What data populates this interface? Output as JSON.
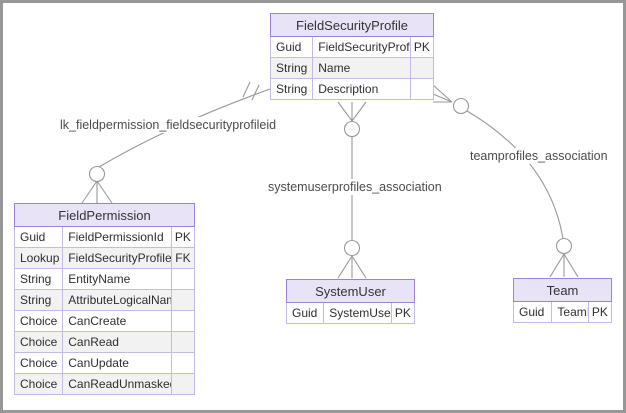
{
  "diagram": {
    "kind": "entity-relationship-diagram",
    "entities": [
      {
        "name": "FieldSecurityProfile",
        "rows": [
          {
            "type": "Guid",
            "attr": "FieldSecurityProfileId",
            "key": "PK"
          },
          {
            "type": "String",
            "attr": "Name",
            "key": ""
          },
          {
            "type": "String",
            "attr": "Description",
            "key": ""
          }
        ]
      },
      {
        "name": "FieldPermission",
        "rows": [
          {
            "type": "Guid",
            "attr": "FieldPermissionId",
            "key": "PK"
          },
          {
            "type": "Lookup",
            "attr": "FieldSecurityProfileId",
            "key": "FK"
          },
          {
            "type": "String",
            "attr": "EntityName",
            "key": ""
          },
          {
            "type": "String",
            "attr": "AttributeLogicalName",
            "key": ""
          },
          {
            "type": "Choice",
            "attr": "CanCreate",
            "key": ""
          },
          {
            "type": "Choice",
            "attr": "CanRead",
            "key": ""
          },
          {
            "type": "Choice",
            "attr": "CanUpdate",
            "key": ""
          },
          {
            "type": "Choice",
            "attr": "CanReadUnmasked",
            "key": ""
          }
        ]
      },
      {
        "name": "SystemUser",
        "rows": [
          {
            "type": "Guid",
            "attr": "SystemUserId",
            "key": "PK"
          }
        ]
      },
      {
        "name": "Team",
        "rows": [
          {
            "type": "Guid",
            "attr": "TeamID",
            "key": "PK"
          }
        ]
      }
    ],
    "relationships": [
      {
        "label": "lk_fieldpermission_fieldsecurityprofileid",
        "from": "FieldSecurityProfile",
        "to": "FieldPermission",
        "from_cardinality": "exactly-one",
        "to_cardinality": "zero-or-many"
      },
      {
        "label": "systemuserprofiles_association",
        "from": "FieldSecurityProfile",
        "to": "SystemUser",
        "from_cardinality": "zero-or-many",
        "to_cardinality": "zero-or-many"
      },
      {
        "label": "teamprofiles_association",
        "from": "FieldSecurityProfile",
        "to": "Team",
        "from_cardinality": "zero-or-many",
        "to_cardinality": "zero-or-many"
      }
    ],
    "colors": {
      "entity_border": "#9b82d2",
      "entity_inner_grid": "#c6b8e9",
      "entity_header_fill": "#e9e3f8",
      "row_alt_fill": "#f2f2f2",
      "connector_line": "#999999",
      "label_text": "#4b4b4b",
      "cell_text": "#2e2e2e",
      "frame_border": "#979797"
    }
  }
}
